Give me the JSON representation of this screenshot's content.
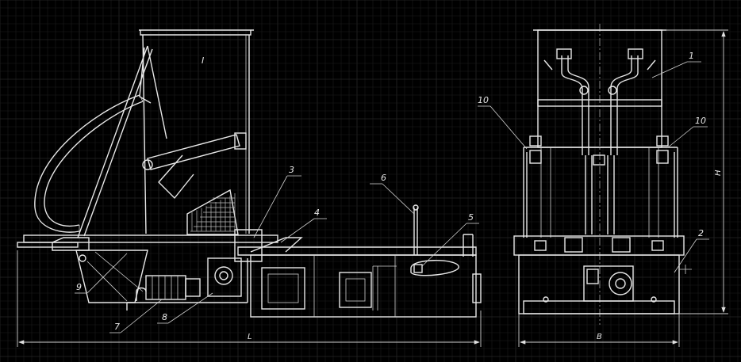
{
  "drawing": {
    "background_color": "#000000",
    "line_color": "#e8e8e8",
    "hopper_mark": "I",
    "side_view_callouts": [
      "3",
      "4",
      "5",
      "6",
      "7",
      "8",
      "9"
    ],
    "front_view_callouts": [
      "1",
      "2",
      "10",
      "10"
    ],
    "dimensions": {
      "length": "L",
      "width": "B",
      "height": "H"
    }
  }
}
